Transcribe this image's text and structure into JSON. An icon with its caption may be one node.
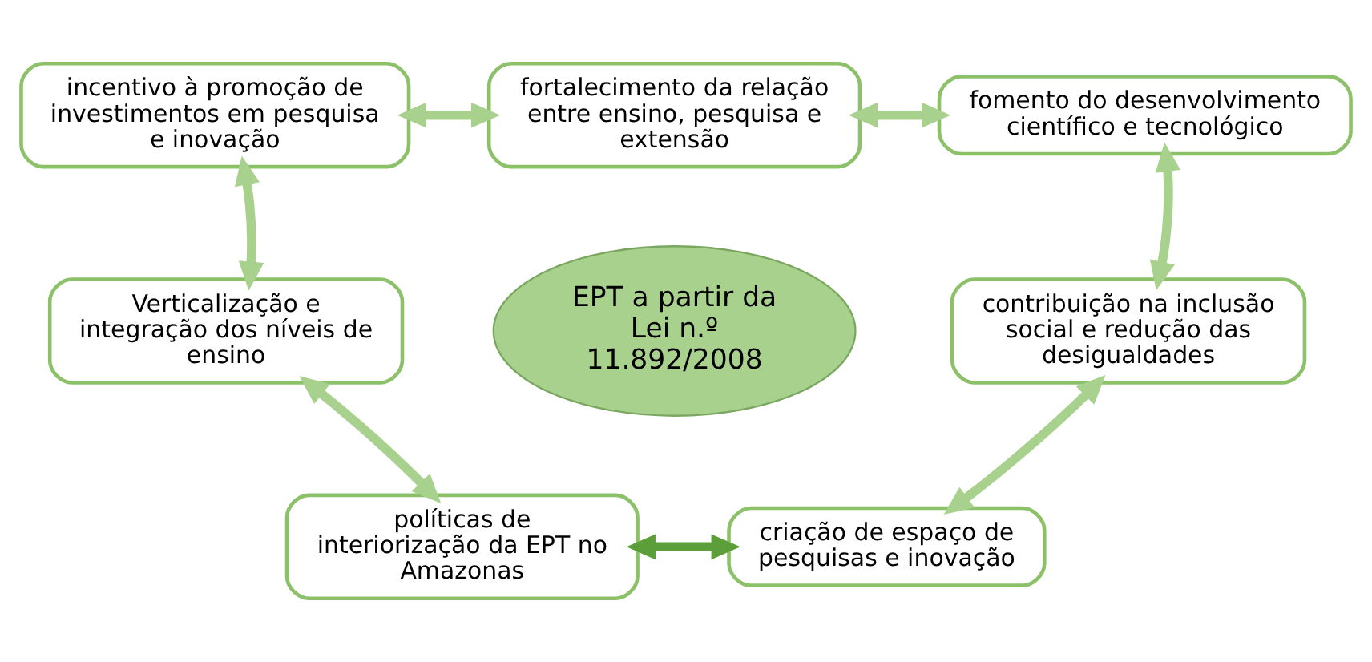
{
  "diagram": {
    "nodes": [
      {
        "text": [
          "EPT a partir da Lei n.º 11.892/2008"
        ]
      },
      {
        "text": [
          "fortalecimento da relação entre ensino, pesquisa e extensão"
        ]
      },
      {
        "text": [
          "incentivo à promoção de investimentos em pesquisa e inovação"
        ]
      },
      {
        "text": [
          "Verticalização e integração dos níveis de ensino"
        ]
      },
      {
        "text": [
          "políticas de interiorização da EPT no Amazonas"
        ]
      },
      {
        "text": [
          "criação de espaço de pesquisas e inovação"
        ]
      },
      {
        "text": [
          "contribuição na inclusão social e redução das desigualdades"
        ]
      },
      {
        "text": [
          "fomento do desenvolvimento científico e tecnológico"
        ]
      }
    ],
    "edges": [
      {
        "from": 7,
        "to": 1,
        "arrow": "both"
      },
      {
        "from": 1,
        "to": 2,
        "arrow": "both"
      },
      {
        "from": 2,
        "to": 3,
        "arrow": "both"
      },
      {
        "from": 3,
        "to": 4,
        "arrow": "both"
      },
      {
        "from": 4,
        "to": 5,
        "arrow": "both",
        "color": "#5b9e3a"
      },
      {
        "from": 5,
        "to": 6,
        "arrow": "both"
      },
      {
        "from": 6,
        "to": 7,
        "arrow": "both"
      }
    ]
  }
}
